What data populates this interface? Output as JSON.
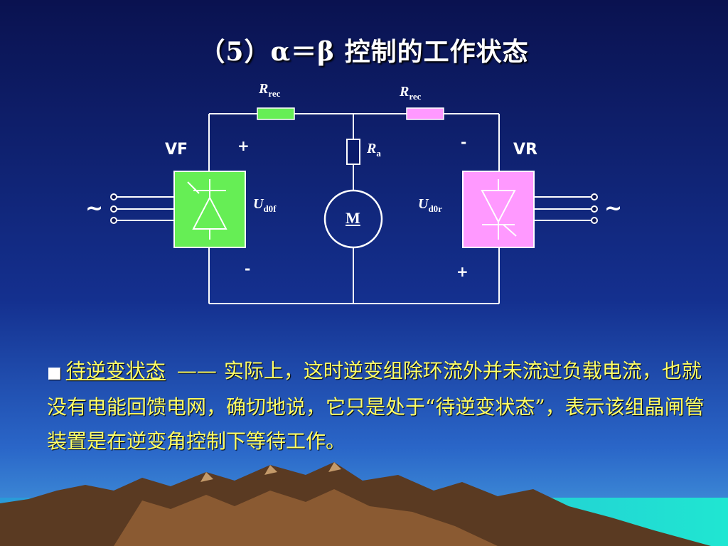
{
  "title": "（5）α＝β 控制的工作状态",
  "colors": {
    "vf_block": "#66ee55",
    "vr_block": "#ff99ff",
    "wire": "#ffffff",
    "text_highlight": "#ffff66",
    "background_top": "#0a1250",
    "background_bottom": "#1a3fa8"
  },
  "circuit": {
    "left_resistor_label": "R",
    "left_resistor_sub": "rec",
    "right_resistor_label": "R",
    "right_resistor_sub": "rec",
    "armature_resistor_label": "R",
    "armature_resistor_sub": "a",
    "motor_label": "M",
    "left_converter_label": "VF",
    "right_converter_label": "VR",
    "left_voltage_label": "U",
    "left_voltage_sub": "d0f",
    "right_voltage_label": "U",
    "right_voltage_sub": "d0r",
    "left_top_sign": "+",
    "left_bottom_sign": "-",
    "right_top_sign": "-",
    "right_bottom_sign": "+",
    "left_ac_symbol": "~",
    "right_ac_symbol": "~"
  },
  "description": {
    "bullet": "■",
    "keyword": "待逆变状态",
    "dash": "——",
    "text": "实际上，这时逆变组除环流外并未流过负载电流，也就没有电能回馈电网，确切地说，它只是处于“待逆变状态”，表示该组晶闸管装置是在逆变角控制下等待工作。"
  }
}
